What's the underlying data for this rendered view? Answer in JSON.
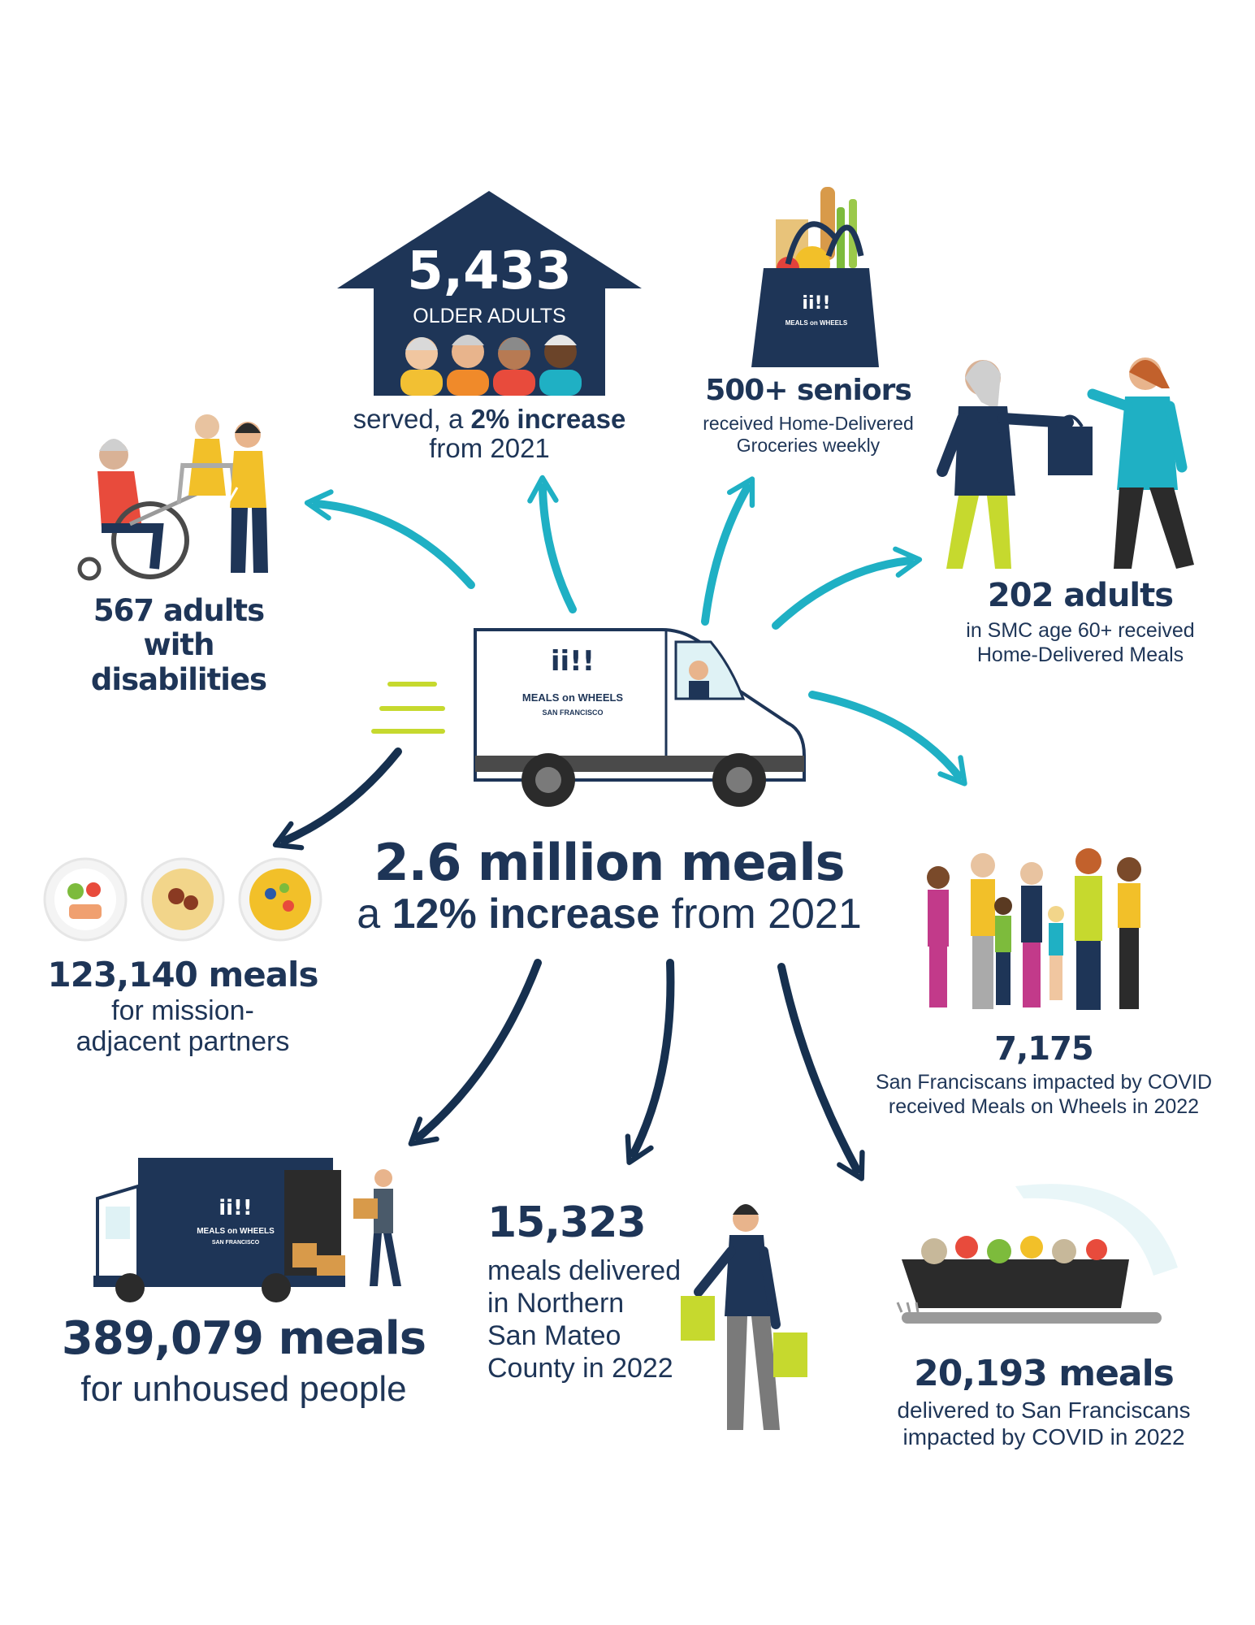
{
  "colors": {
    "navy": "#1e3557",
    "teal": "#1fb0c4",
    "lime": "#c6d92e",
    "dark_navy": "#16304f"
  },
  "brand": {
    "logo_mark": "ii!!",
    "name": "MEALS on WHEELS",
    "city": "SAN FRANCISCO",
    "on": "on"
  },
  "center": {
    "headline": "2.6 million meals",
    "prefix": "a ",
    "highlight": "12% increase",
    "suffix": " from 2021"
  },
  "older_adults": {
    "number": "5,433",
    "label": "OLDER ADULTS",
    "line1_prefix": "served, a ",
    "line1_highlight": "2% increase",
    "line2": "from 2021"
  },
  "seniors": {
    "title": "500+ seniors",
    "line1": "received Home-Delivered",
    "line2": "Groceries weekly"
  },
  "adults_smc": {
    "title": "202 adults",
    "line1": "in SMC age 60+ received",
    "line2": "Home-Delivered Meals"
  },
  "disabilities": {
    "line1": "567 adults",
    "line2": "with disabilities"
  },
  "partners": {
    "title": "123,140 meals",
    "line1": "for mission-",
    "line2": "adjacent partners"
  },
  "covid_people": {
    "title": "7,175",
    "line1": "San Franciscans impacted by COVID",
    "line2": "received Meals on Wheels in 2022"
  },
  "unhoused": {
    "title": "389,079 meals",
    "line1": "for unhoused people"
  },
  "san_mateo": {
    "title": "15,323",
    "lines": [
      "meals delivered",
      "in Northern",
      "San Mateo",
      "County in 2022"
    ]
  },
  "covid_meals": {
    "title": "20,193 meals",
    "line1": "delivered to San Franciscans",
    "line2": "impacted by COVID in 2022"
  },
  "icons": [
    "house-icon",
    "grocery-bag-icon",
    "handoff-icon",
    "wheelchair-icon",
    "van-icon",
    "meal-plates-icon",
    "family-icon",
    "box-truck-icon",
    "delivery-person-icon",
    "meal-container-icon",
    "arrow-icon"
  ]
}
